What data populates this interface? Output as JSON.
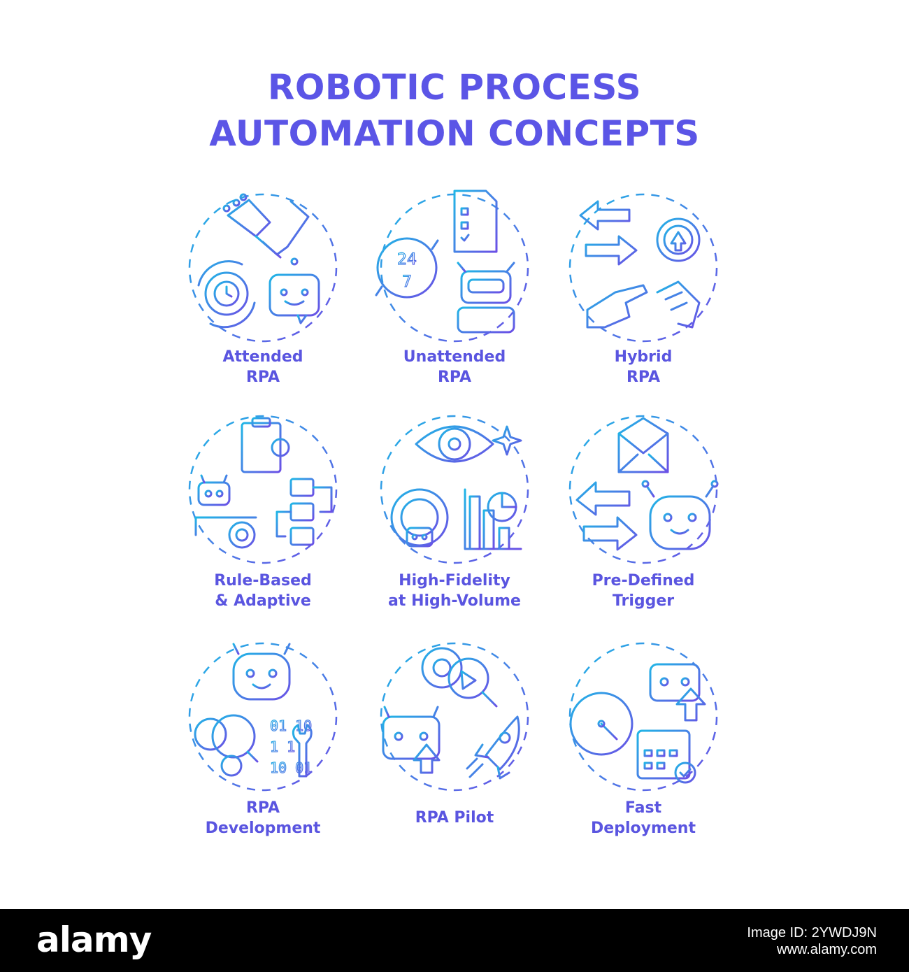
{
  "title": {
    "line1": "ROBOTIC PROCESS",
    "line2": "AUTOMATION CONCEPTS"
  },
  "colors": {
    "gradient_start": "#20b6e6",
    "gradient_end": "#6b4fe6",
    "title": "#5b55e6",
    "label": "#5a55e0"
  },
  "concepts": [
    {
      "line1": "Attended",
      "line2": "RPA",
      "icons": [
        "handshake-icon",
        "gear-clock-icon",
        "chatbot-icon"
      ]
    },
    {
      "line1": "Unattended",
      "line2": "RPA",
      "icons": [
        "checklist-document-icon",
        "24-7-icon",
        "robot-icon"
      ]
    },
    {
      "line1": "Hybrid",
      "line2": "RPA",
      "icons": [
        "arrows-exchange-icon",
        "gear-upload-icon",
        "human-robot-hands-icon"
      ]
    },
    {
      "line1": "Rule-Based",
      "line2": "& Adaptive",
      "icons": [
        "clipboard-rules-icon",
        "robot-gear-icon",
        "flowchart-icon"
      ]
    },
    {
      "line1": "High-Fidelity",
      "line2": "at High-Volume",
      "icons": [
        "eye-target-icon",
        "robot-chart-icon",
        "bar-pie-chart-icon"
      ]
    },
    {
      "line1": "Pre-Defined",
      "line2": "Trigger",
      "icons": [
        "envelope-icon",
        "arrows-exchange-icon",
        "robot-face-icon"
      ]
    },
    {
      "line1": "RPA",
      "line2": "Development",
      "icons": [
        "robot-face-icon",
        "gears-magnifier-icon",
        "binary-wrench-icon"
      ]
    },
    {
      "line1": "RPA Pilot",
      "line2": "",
      "icons": [
        "gear-search-icon",
        "robot-upload-icon",
        "rocket-icon"
      ]
    },
    {
      "line1": "Fast",
      "line2": "Deployment",
      "icons": [
        "stopwatch-icon",
        "robot-upload-icon",
        "calendar-check-icon"
      ]
    }
  ],
  "footer": {
    "logo": "alamy",
    "image_id": "Image ID: 2YWDJ9N",
    "site": "www.alamy.com"
  }
}
